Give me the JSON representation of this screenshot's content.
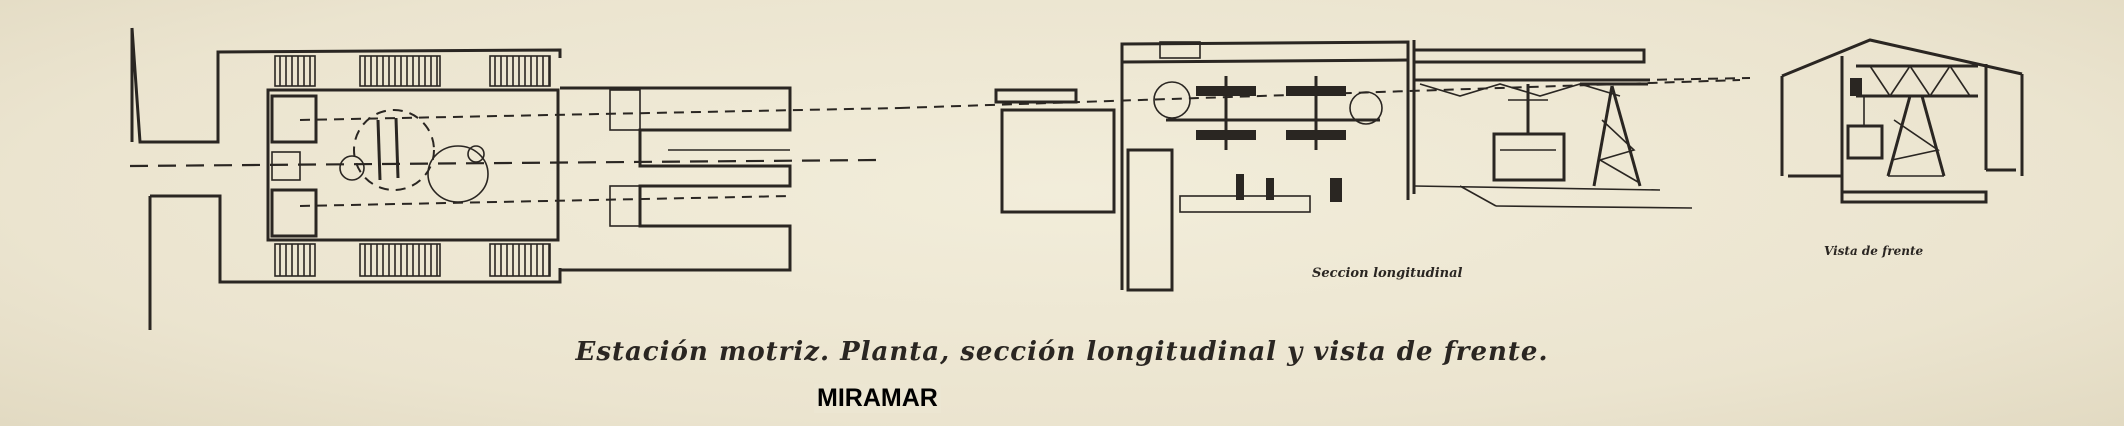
{
  "caption": "Estación motriz. Planta, sección longitudinal y vista de frente.",
  "labels": {
    "seccion": "Seccion longitudinal",
    "vista": "Vista de frente"
  },
  "overlay_text": "MIRAMAR",
  "colors": {
    "ink": "#2a2622",
    "paper": "#ece6d2"
  }
}
